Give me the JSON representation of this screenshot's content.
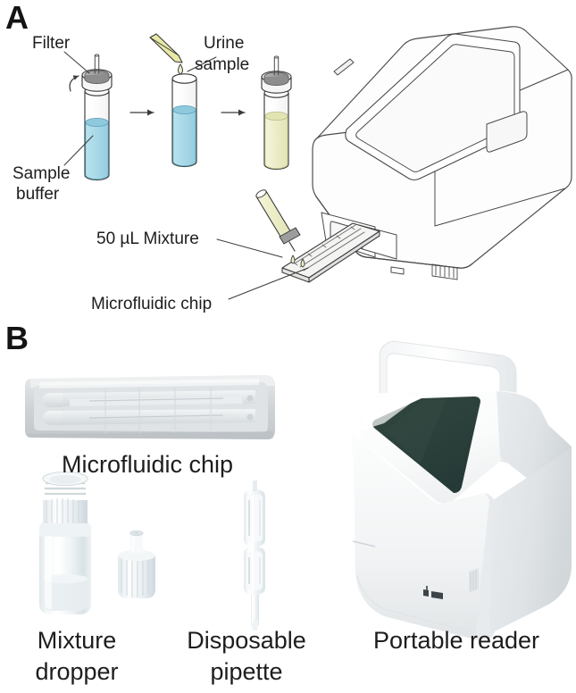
{
  "figure": {
    "panels": [
      {
        "letter": "A",
        "name": "workflow-panel"
      },
      {
        "letter": "B",
        "name": "components-panel"
      }
    ]
  },
  "panel_a": {
    "letter": "A",
    "labels": {
      "filter": "Filter",
      "urine_sample_line1": "Urine",
      "urine_sample_line2": "sample",
      "sample_buffer_line1": "Sample",
      "sample_buffer_line2": "buffer",
      "mixture_volume": "50 µL Mixture",
      "microfluidic_chip": "Microfluidic chip"
    },
    "objects": {
      "tube_1": "sample-buffer-tube-with-filter",
      "tube_2": "open-tube-with-buffer",
      "tube_3": "capped-tube-with-mixture",
      "pipette_tip": "yellow-pipette-tip",
      "droplet": "urine-droplet",
      "arrow_1": "process-arrow",
      "arrow_2": "process-arrow",
      "rotate_arrow": "cap-rotation-arrow",
      "dropper": "mixture-dropper",
      "chip": "microfluidic-chip-outline",
      "instrument": "benchtop-reader-outline"
    }
  },
  "panel_b": {
    "letter": "B",
    "items": [
      {
        "label": "Microfluidic chip",
        "name": "microfluidic-chip-photo"
      },
      {
        "label_line1": "Mixture",
        "label_line2": "dropper",
        "name": "mixture-dropper-photo"
      },
      {
        "label_line1": "Disposable",
        "label_line2": "pipette",
        "name": "disposable-pipette-photo"
      },
      {
        "label": "Portable reader",
        "name": "portable-reader-photo"
      }
    ]
  },
  "colors": {
    "buffer_blue": "#a9d9e8",
    "mixture_yellow": "#edeec9",
    "pipette_tip_yellow": "#e8e9a8",
    "outline": "#3a3a3a",
    "filter_gray": "#9a9a9a",
    "reader_screen": "#2c4440",
    "background": "#ffffff",
    "text": "#1d1d1d"
  }
}
